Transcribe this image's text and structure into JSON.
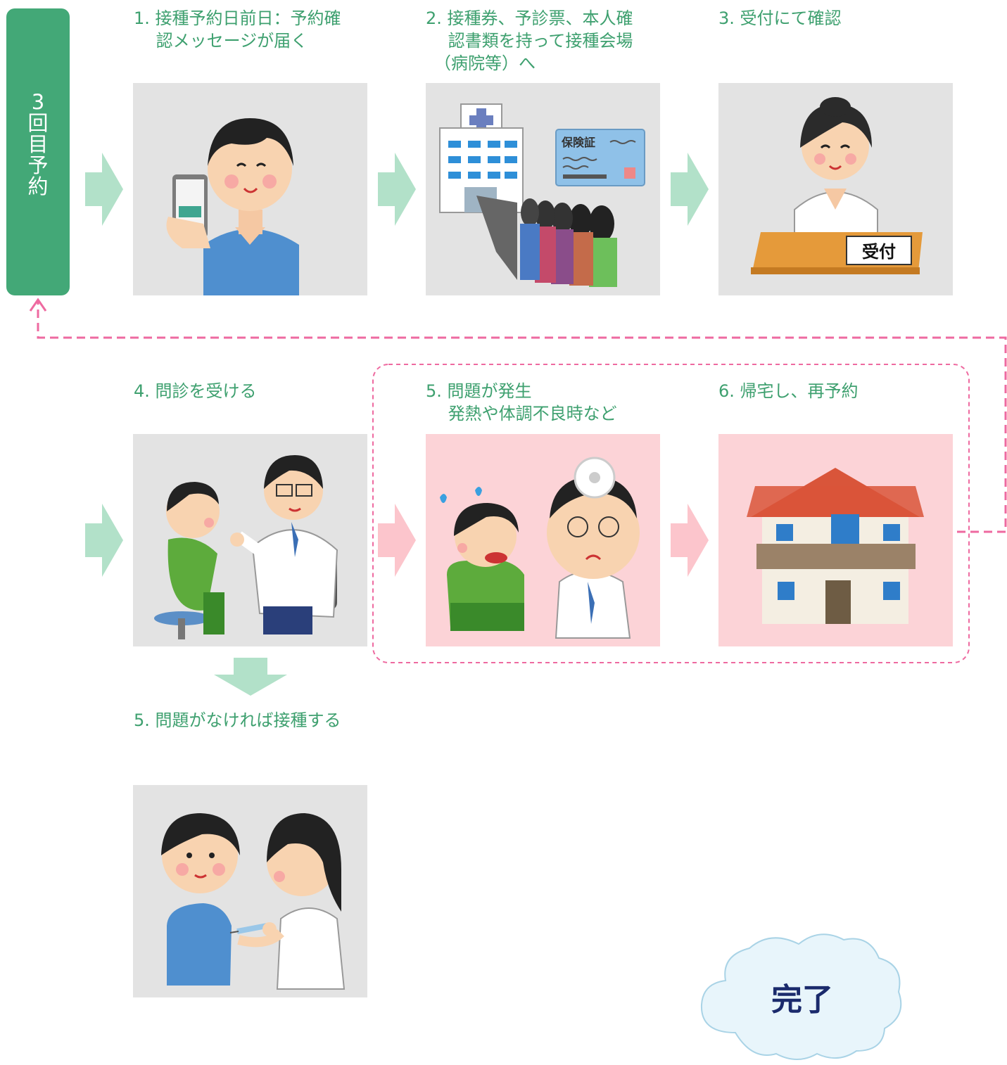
{
  "side_tab": {
    "label": "3\n回\n目\n予\n約"
  },
  "steps": {
    "s1": {
      "label": "1. 接種予約日前日：予約確\n　 認メッセージが届く"
    },
    "s2": {
      "label": "2. 接種券、予診票、本人確\n　 認書類を持って接種会場\n　（病院等）へ"
    },
    "s3": {
      "label": "3. 受付にて確認"
    },
    "s4": {
      "label": "4. 問診を受ける"
    },
    "s5a": {
      "label": "5. 問題が発生\n　 発熱や体調不良時など"
    },
    "s6": {
      "label": "6. 帰宅し、再予約"
    },
    "s5b": {
      "label": "5. 問題がなければ接種する"
    }
  },
  "illustration_text": {
    "insurance_card": "保険証",
    "reception_sign": "受付"
  },
  "completion": {
    "label": "完了"
  },
  "colors": {
    "accent_green": "#43a877",
    "arrow_green": "#b2e1c9",
    "arrow_pink": "#fcc5cc",
    "dashed_pink": "#ee6aa0",
    "panel_gray": "#e3e3e3",
    "panel_pink": "#fcd3d7",
    "cloud": "#e8f5fb",
    "completion_text": "#1a2a6c"
  }
}
